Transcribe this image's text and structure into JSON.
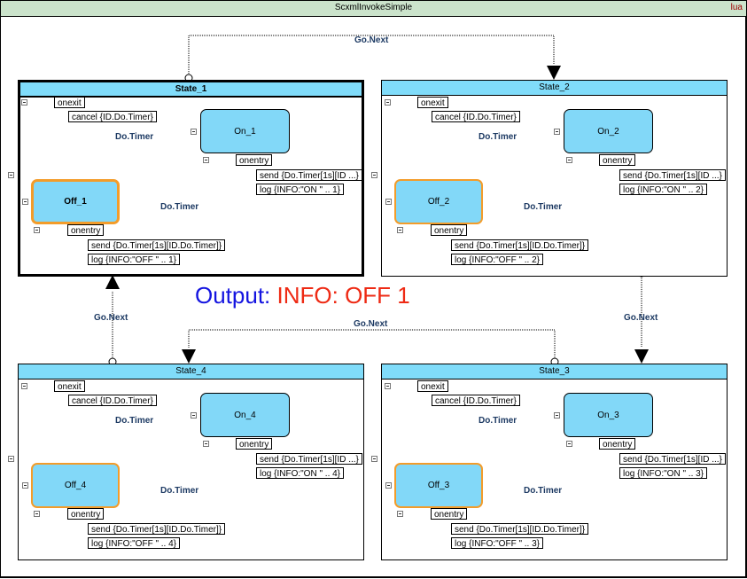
{
  "window": {
    "title": "ScxmlInvokeSimple",
    "language": "lua"
  },
  "output": {
    "label": "Output:",
    "value": "INFO: OFF  1"
  },
  "transitions": {
    "go_next": "Go.Next",
    "do_timer": "Do.Timer"
  },
  "colors": {
    "state_header": "#80dcfa",
    "substate_fill": "#82d8f8",
    "initial_border": "#f39c2a",
    "onexit_dot": "#ee3b10",
    "onentry_dot": "#0c9a20",
    "output_key": "#1414e0",
    "output_value": "#ee2a14"
  },
  "states": [
    {
      "name": "State_1",
      "active": true,
      "onexit": "onexit",
      "cancel": "cancel {ID.Do.Timer}",
      "on": {
        "name": "On_1",
        "onentry": "onentry",
        "send": "send {Do.Timer[1s][ID ...}",
        "log": "log {INFO:\"ON \" .. 1}"
      },
      "off": {
        "name": "Off_1",
        "onentry": "onentry",
        "send": "send {Do.Timer[1s][ID.Do.Timer]}",
        "log": "log {INFO:\"OFF \" .. 1}"
      }
    },
    {
      "name": "State_2",
      "active": false,
      "onexit": "onexit",
      "cancel": "cancel {ID.Do.Timer}",
      "on": {
        "name": "On_2",
        "onentry": "onentry",
        "send": "send {Do.Timer[1s][ID ...}",
        "log": "log {INFO:\"ON \" .. 2}"
      },
      "off": {
        "name": "Off_2",
        "onentry": "onentry",
        "send": "send {Do.Timer[1s][ID.Do.Timer]}",
        "log": "log {INFO:\"OFF \" .. 2}"
      }
    },
    {
      "name": "State_3",
      "active": false,
      "onexit": "onexit",
      "cancel": "cancel {ID.Do.Timer}",
      "on": {
        "name": "On_3",
        "onentry": "onentry",
        "send": "send {Do.Timer[1s][ID ...}",
        "log": "log {INFO:\"ON \" .. 3}"
      },
      "off": {
        "name": "Off_3",
        "onentry": "onentry",
        "send": "send {Do.Timer[1s][ID.Do.Timer]}",
        "log": "log {INFO:\"OFF \" .. 3}"
      }
    },
    {
      "name": "State_4",
      "active": false,
      "onexit": "onexit",
      "cancel": "cancel {ID.Do.Timer}",
      "on": {
        "name": "On_4",
        "onentry": "onentry",
        "send": "send {Do.Timer[1s][ID ...}",
        "log": "log {INFO:\"ON \" .. 4}"
      },
      "off": {
        "name": "Off_4",
        "onentry": "onentry",
        "send": "send {Do.Timer[1s][ID.Do.Timer]}",
        "log": "log {INFO:\"OFF \" .. 4}"
      }
    }
  ]
}
